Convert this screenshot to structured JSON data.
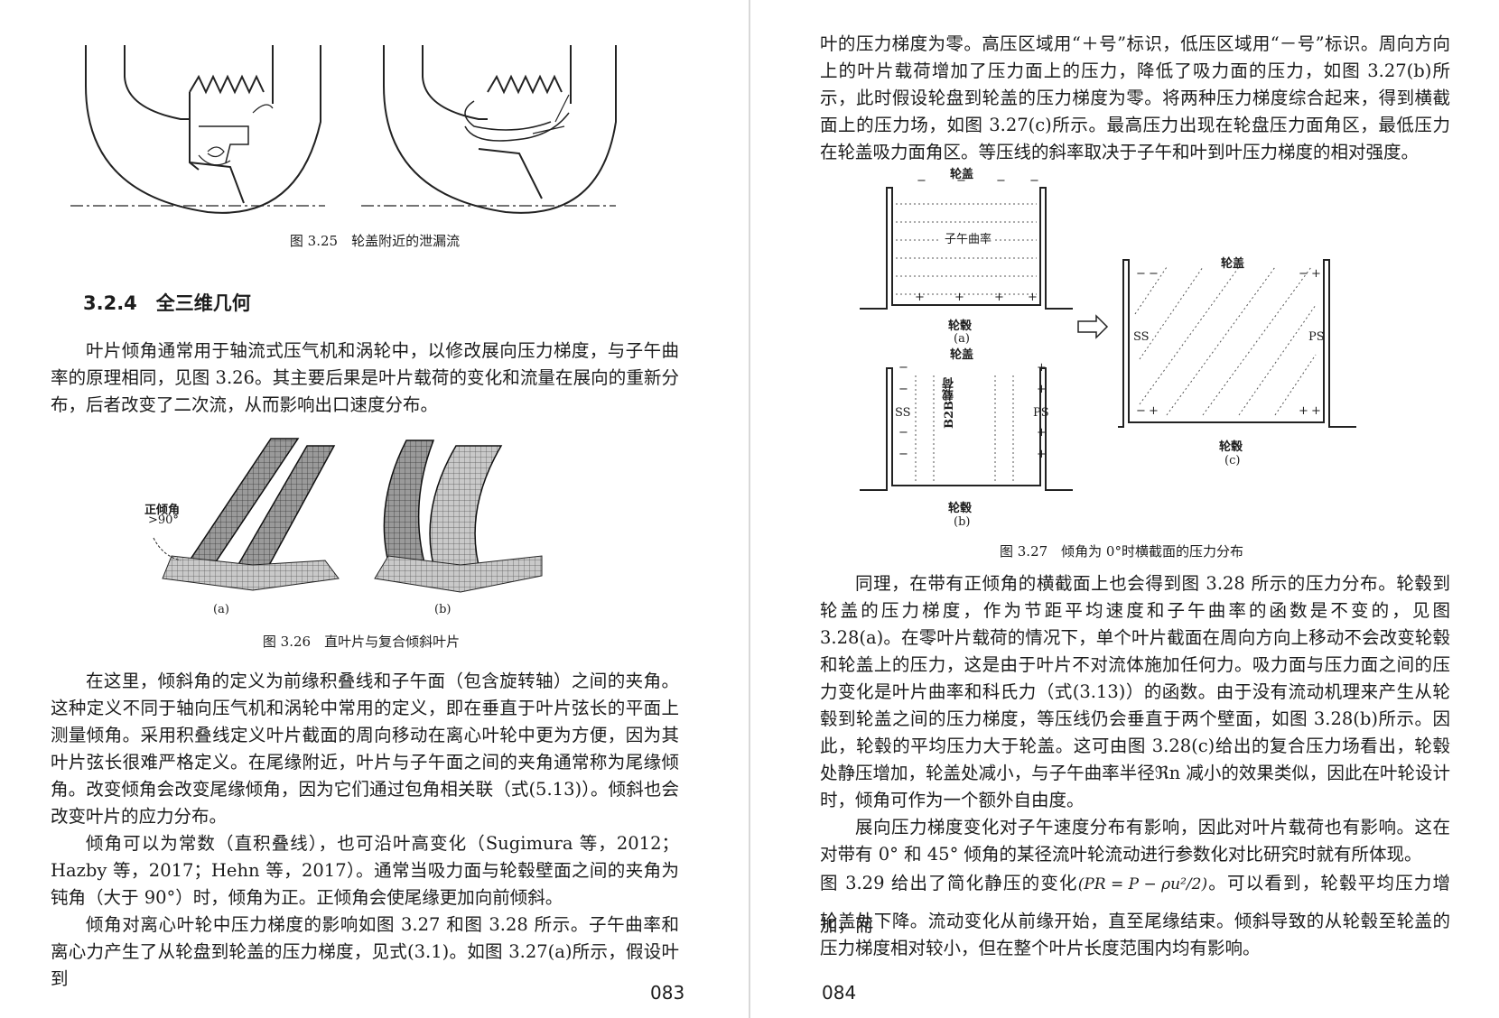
{
  "left": {
    "fig325_caption": "图 3.25　轮盖附近的泄漏流",
    "section_heading": "3.2.4　全三维几何",
    "para1": "叶片倾角通常用于轴流式压气机和涡轮中，以修改展向压力梯度，与子午曲率的原理相同，见图 3.26。其主要后果是叶片载荷的变化和流量在展向的重新分布，后者改变了二次流，从而影响出口速度分布。",
    "fig326_label_angle_1": "正倾角",
    "fig326_label_angle_2": ">90°",
    "fig326_sub_a": "(a)",
    "fig326_sub_b": "(b)",
    "fig326_caption": "图 3.26　直叶片与复合倾斜叶片",
    "para2": "在这里，倾斜角的定义为前缘积叠线和子午面（包含旋转轴）之间的夹角。这种定义不同于轴向压气机和涡轮中常用的定义，即在垂直于叶片弦长的平面上测量倾角。采用积叠线定义叶片截面的周向移动在离心叶轮中更为方便，因为其叶片弦长很难严格定义。在尾缘附近，叶片与子午面之间的夹角通常称为尾缘倾角。改变倾角会改变尾缘倾角，因为它们通过包角相关联（式(5.13)）。倾斜也会改变叶片的应力分布。",
    "para3": "倾角可以为常数（直积叠线），也可沿叶高变化（Sugimura 等，2012；Hazby 等，2017；Hehn 等，2017）。通常当吸力面与轮毂壁面之间的夹角为钝角（大于 90°）时，倾角为正。正倾角会使尾缘更加向前倾斜。",
    "para4": "倾角对离心叶轮中压力梯度的影响如图 3.27 和图 3.28 所示。子午曲率和离心力产生了从轮盘到轮盖的压力梯度，见式(3.1)。如图 3.27(a)所示，假设叶到",
    "page_number": "083"
  },
  "right": {
    "para1": "叶的压力梯度为零。高压区域用“＋号”标识，低压区域用“－号”标识。周向方向上的叶片载荷增加了压力面上的压力，降低了吸力面的压力，如图 3.27(b)所示，此时假设轮盘到轮盖的压力梯度为零。将两种压力梯度综合起来，得到横截面上的压力场，如图 3.27(c)所示。最高压力出现在轮盘压力面角区，最低压力在轮盖吸力面角区。等压线的斜率取决于子午和叶到叶压力梯度的相对强度。",
    "fig327": {
      "a_top": "轮盖",
      "a_middle": "子午曲率",
      "a_bottom": "轮毂",
      "a_sub": "(a)",
      "b_top": "轮盖",
      "b_middle": "B2B载荷",
      "b_left": "SS",
      "b_right": "PS",
      "b_bottom": "轮毂",
      "b_sub": "(b)",
      "c_top": "轮盖",
      "c_left": "SS",
      "c_right": "PS",
      "c_bottom": "轮毂",
      "c_sub": "(c)",
      "plus": "+",
      "minus": "−"
    },
    "fig327_caption": "图 3.27　倾角为 0°时横截面的压力分布",
    "para2": "同理，在带有正倾角的横截面上也会得到图 3.28 所示的压力分布。轮毂到轮盖的压力梯度，作为节距平均速度和子午曲率的函数是不变的，见图 3.28(a)。在零叶片载荷的情况下，单个叶片截面在周向方向上移动不会改变轮毂和轮盖上的压力，这是由于叶片不对流体施加任何力。吸力面与压力面之间的压力变化是叶片曲率和科氏力（式(3.13)）的函数。由于没有流动机理来产生从轮毂到轮盖之间的压力梯度，等压线仍会垂直于两个壁面，如图 3.28(b)所示。因此，轮毂的平均压力大于轮盖。这可由图 3.28(c)给出的复合压力场看出，轮毂处静压增加，轮盖处减小，与子午曲率半径ℜn 减小的效果类似，因此在叶轮设计时，倾角可作为一个额外自由度。",
    "para3": "展向压力梯度变化对子午速度分布有影响，因此对叶片载荷也有影响。这在对带有 0° 和 45° 倾角的某径流叶轮流动进行参数化对比研究时就有所体现。",
    "para4_pre": "图 3.29 给出了简化静压的变化",
    "formula": "PR = P − ρu²/2",
    "para4_post": "。可以看到，轮毂平均压力增加，而",
    "para5": "轮盖处下降。流动变化从前缘开始，直至尾缘结束。倾斜导致的从轮毂至轮盖的压力梯度相对较小，但在整个叶片长度范围内均有影响。",
    "page_number": "084"
  }
}
